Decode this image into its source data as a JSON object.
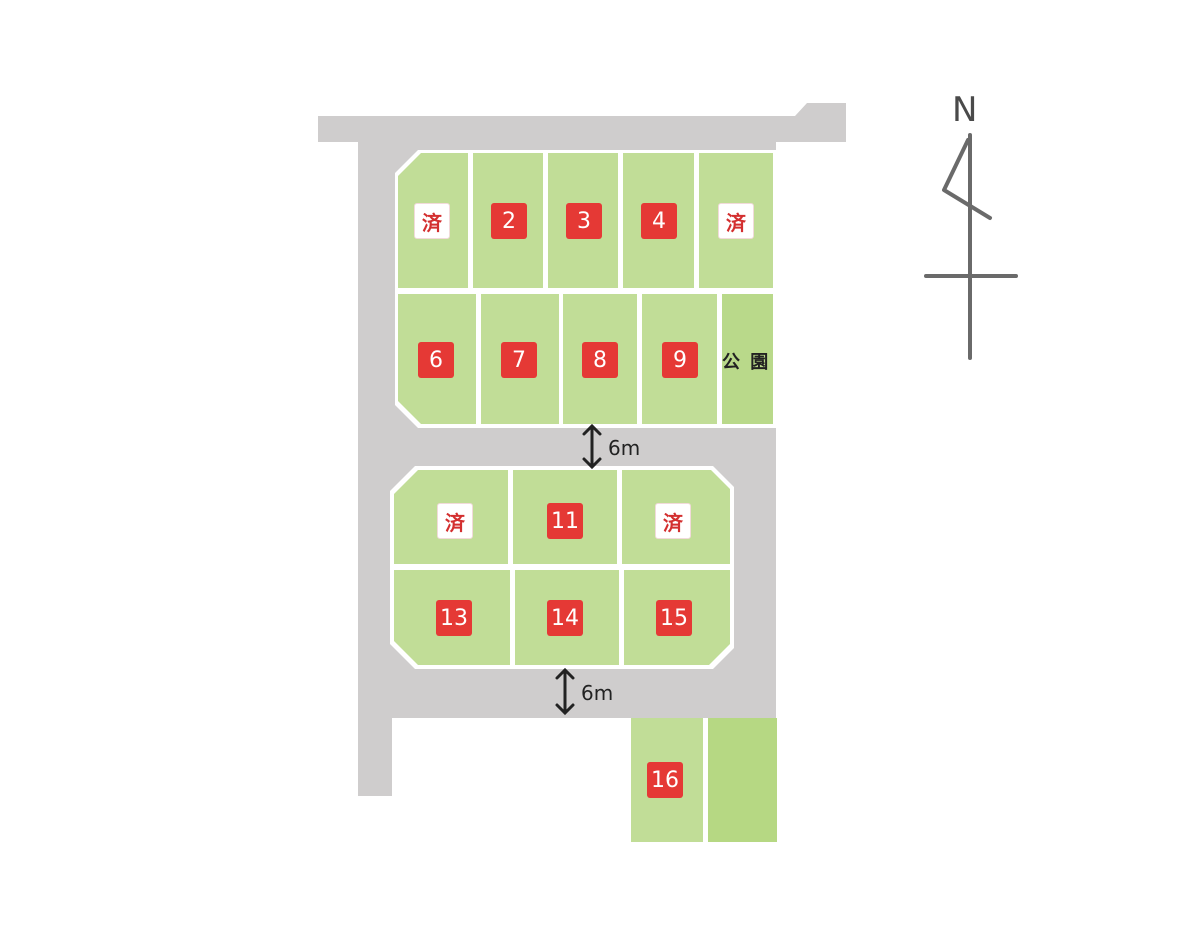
{
  "lots": [
    {
      "id": "lot-1",
      "label": "済",
      "status": "sold"
    },
    {
      "id": "lot-2",
      "label": "2",
      "status": "available"
    },
    {
      "id": "lot-3",
      "label": "3",
      "status": "available"
    },
    {
      "id": "lot-4",
      "label": "4",
      "status": "available"
    },
    {
      "id": "lot-5",
      "label": "済",
      "status": "sold"
    },
    {
      "id": "lot-6",
      "label": "6",
      "status": "available"
    },
    {
      "id": "lot-7",
      "label": "7",
      "status": "available"
    },
    {
      "id": "lot-8",
      "label": "8",
      "status": "available"
    },
    {
      "id": "lot-9",
      "label": "9",
      "status": "available"
    },
    {
      "id": "lot-10",
      "label": "済",
      "status": "sold"
    },
    {
      "id": "lot-11",
      "label": "11",
      "status": "available"
    },
    {
      "id": "lot-12",
      "label": "済",
      "status": "sold"
    },
    {
      "id": "lot-13",
      "label": "13",
      "status": "available"
    },
    {
      "id": "lot-14",
      "label": "14",
      "status": "available"
    },
    {
      "id": "lot-15",
      "label": "15",
      "status": "available"
    },
    {
      "id": "lot-16",
      "label": "16",
      "status": "available"
    }
  ],
  "park_label": "公 園",
  "road_width_upper": "6m",
  "road_width_lower": "6m",
  "north_label": "N",
  "colors": {
    "road": "#cfcdcd",
    "lot": "#c1dd97",
    "lot_alt": "#b6d883",
    "available": "#e53935",
    "sold_text": "#d32f2f"
  }
}
